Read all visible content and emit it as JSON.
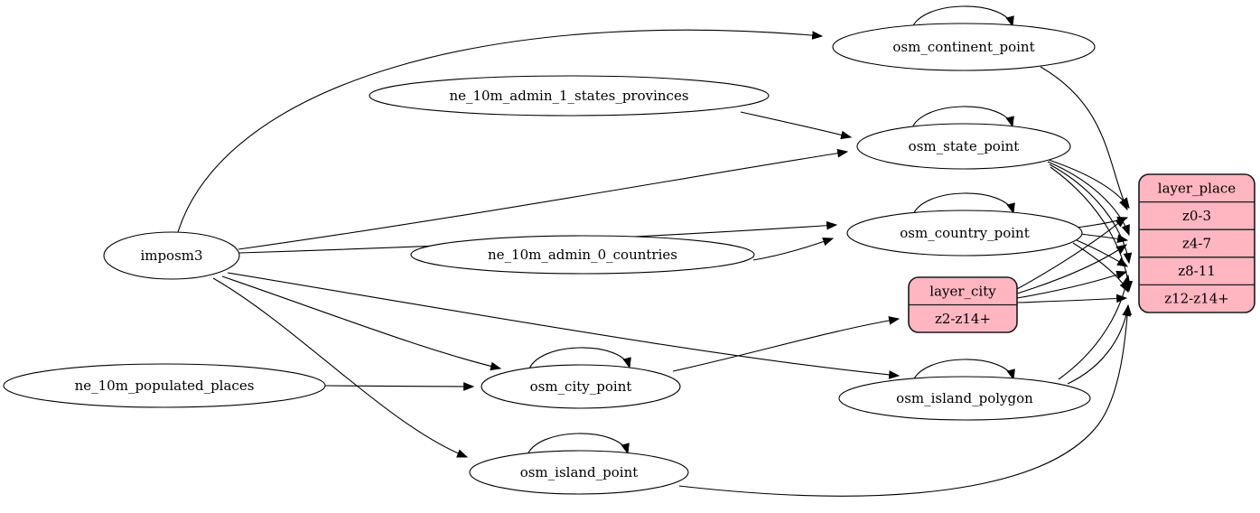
{
  "diagram": {
    "type": "etl-graph",
    "background_color": "#ffffff",
    "edge_color": "#000000",
    "ellipse_fill": "#ffffff",
    "ellipse_stroke": "#000000",
    "record_fill": "#ffb6c1",
    "record_stroke": "#1a1a1a",
    "nodes": [
      {
        "id": "imposm3",
        "label": "imposm3",
        "shape": "ellipse"
      },
      {
        "id": "ne_10m_admin_1_states_provinces",
        "label": "ne_10m_admin_1_states_provinces",
        "shape": "ellipse"
      },
      {
        "id": "ne_10m_admin_0_countries",
        "label": "ne_10m_admin_0_countries",
        "shape": "ellipse"
      },
      {
        "id": "ne_10m_populated_places",
        "label": "ne_10m_populated_places",
        "shape": "ellipse"
      },
      {
        "id": "osm_continent_point",
        "label": "osm_continent_point",
        "shape": "ellipse"
      },
      {
        "id": "osm_state_point",
        "label": "osm_state_point",
        "shape": "ellipse"
      },
      {
        "id": "osm_country_point",
        "label": "osm_country_point",
        "shape": "ellipse"
      },
      {
        "id": "osm_city_point",
        "label": "osm_city_point",
        "shape": "ellipse"
      },
      {
        "id": "osm_island_polygon",
        "label": "osm_island_polygon",
        "shape": "ellipse"
      },
      {
        "id": "osm_island_point",
        "label": "osm_island_point",
        "shape": "ellipse"
      },
      {
        "id": "layer_city",
        "label": "layer_city",
        "shape": "record",
        "rows": [
          "z2-z14+"
        ]
      },
      {
        "id": "layer_place",
        "label": "layer_place",
        "shape": "record",
        "rows": [
          "z0-3",
          "z4-7",
          "z8-11",
          "z12-z14+"
        ]
      }
    ],
    "edges": [
      {
        "from": "imposm3",
        "to": "osm_continent_point"
      },
      {
        "from": "imposm3",
        "to": "osm_state_point"
      },
      {
        "from": "imposm3",
        "to": "osm_country_point"
      },
      {
        "from": "imposm3",
        "to": "osm_city_point"
      },
      {
        "from": "imposm3",
        "to": "osm_island_polygon"
      },
      {
        "from": "imposm3",
        "to": "osm_island_point"
      },
      {
        "from": "ne_10m_admin_1_states_provinces",
        "to": "osm_state_point"
      },
      {
        "from": "ne_10m_admin_0_countries",
        "to": "osm_country_point"
      },
      {
        "from": "ne_10m_populated_places",
        "to": "osm_city_point"
      },
      {
        "from": "osm_continent_point",
        "to": "osm_continent_point",
        "self": true
      },
      {
        "from": "osm_state_point",
        "to": "osm_state_point",
        "self": true
      },
      {
        "from": "osm_country_point",
        "to": "osm_country_point",
        "self": true
      },
      {
        "from": "osm_city_point",
        "to": "osm_city_point",
        "self": true
      },
      {
        "from": "osm_island_polygon",
        "to": "osm_island_polygon",
        "self": true
      },
      {
        "from": "osm_island_point",
        "to": "osm_island_point",
        "self": true
      },
      {
        "from": "osm_continent_point",
        "to": "layer_place",
        "port": "z0-3"
      },
      {
        "from": "osm_state_point",
        "to": "layer_place",
        "port": "z0-3"
      },
      {
        "from": "osm_state_point",
        "to": "layer_place",
        "port": "z4-7"
      },
      {
        "from": "osm_state_point",
        "to": "layer_place",
        "port": "z8-11"
      },
      {
        "from": "osm_state_point",
        "to": "layer_place",
        "port": "z12-z14+"
      },
      {
        "from": "osm_country_point",
        "to": "layer_place",
        "port": "z0-3"
      },
      {
        "from": "osm_country_point",
        "to": "layer_place",
        "port": "z4-7"
      },
      {
        "from": "osm_country_point",
        "to": "layer_place",
        "port": "z8-11"
      },
      {
        "from": "osm_country_point",
        "to": "layer_place",
        "port": "z12-z14+"
      },
      {
        "from": "osm_city_point",
        "to": "layer_city",
        "port": "z2-z14+"
      },
      {
        "from": "layer_city",
        "to": "layer_place",
        "port": "z0-3"
      },
      {
        "from": "layer_city",
        "to": "layer_place",
        "port": "z4-7"
      },
      {
        "from": "layer_city",
        "to": "layer_place",
        "port": "z8-11"
      },
      {
        "from": "layer_city",
        "to": "layer_place",
        "port": "z12-z14+"
      },
      {
        "from": "osm_island_polygon",
        "to": "layer_place",
        "port": "z8-11"
      },
      {
        "from": "osm_island_polygon",
        "to": "layer_place",
        "port": "z12-z14+"
      },
      {
        "from": "osm_island_point",
        "to": "layer_place",
        "port": "z12-z14+"
      }
    ]
  }
}
